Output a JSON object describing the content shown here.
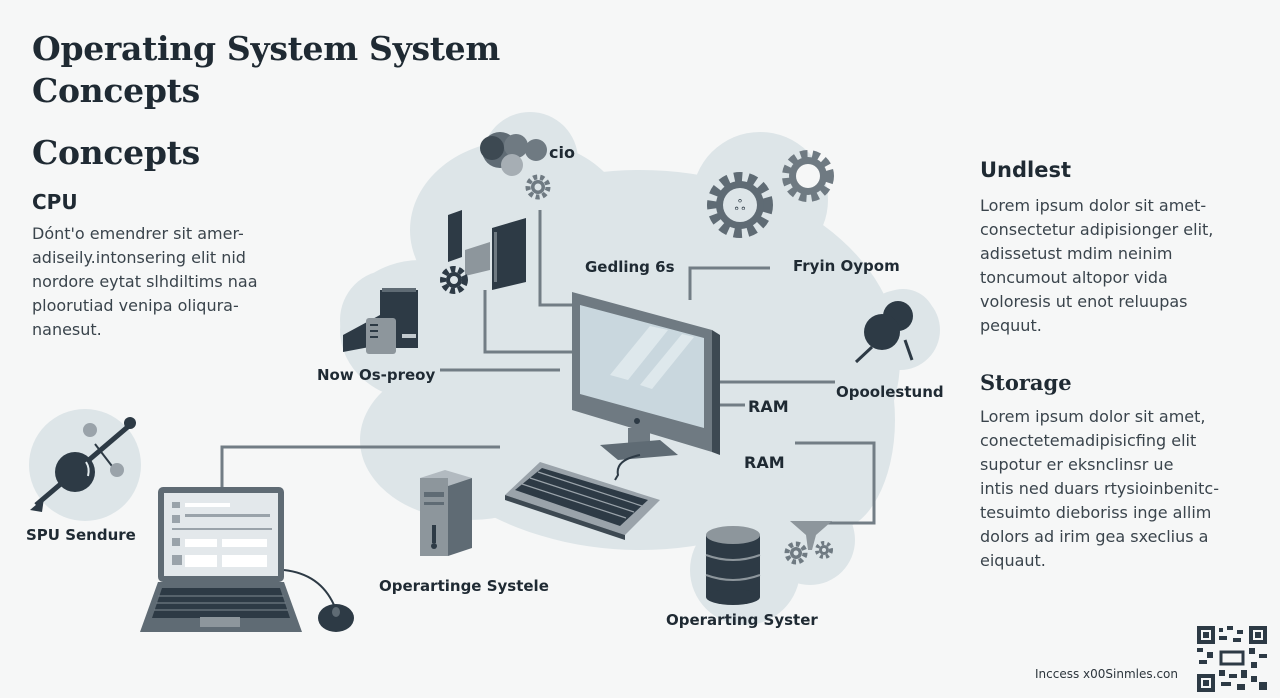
{
  "header": {
    "title_line1": "Operating System System",
    "title_line2": "Concepts",
    "subtitle": "Concepts"
  },
  "sections": {
    "cpu": {
      "heading": "CPU",
      "lines": [
        "Dónt'o emendrer sit amer-",
        "adiseily.intonsering elit nid",
        "nordore eytat slhdiltims naa",
        "ploorutiad venipa oliqura-",
        "nanesut."
      ]
    },
    "undlest": {
      "heading": "Undlest",
      "lines": [
        "Lorem ipsum dolor sit amet-",
        "consectetur adipisionger elit,",
        "adissetust mdim neinim",
        "toncumout altopor vida",
        "voloresis ut enot reluupas",
        "pequut."
      ]
    },
    "storage": {
      "heading": "Storage",
      "lines": [
        "Lorem ipsum dolor sit amet,",
        "conectetemadipisicfing elit",
        "supotur er eksnclinsr ue",
        "intis ned duars rtysioinbenitc-",
        "tesuimto dieboriss inge allim",
        "dolors ad irim gea sxeclius a",
        "eiquaut."
      ]
    }
  },
  "diagram": {
    "labels": {
      "cio": "cio",
      "gedling": "Gedling 6s",
      "fryin": "Fryin Oypom",
      "now_os": "Now Os-preoy",
      "opooles": "Opoolestund",
      "ram1": "RAM",
      "ram2": "RAM",
      "spu": "SPU Sendure",
      "op_systele": "Operartinge Systele",
      "op_syster": "Operarting Syster"
    },
    "icons": [
      "process-cluster-icon",
      "gear-icon",
      "server-towers-icon",
      "storage-server-icon",
      "settings-gear-icon",
      "monitor-icon",
      "keyboard-icon",
      "pc-tower-icon",
      "laptop-icon",
      "mouse-icon",
      "database-icon",
      "funnel-gears-icon",
      "network-nodes-icon",
      "satellite-icon"
    ],
    "colors": {
      "cloud": "#dde5e8",
      "dark": "#2d3a45",
      "mid": "#5f6b74",
      "light": "#9aa3aa",
      "line": "#727d85"
    }
  },
  "footer": {
    "text": "Inccess x00Sinmles.con",
    "qr_icon": "qr-code-icon"
  }
}
